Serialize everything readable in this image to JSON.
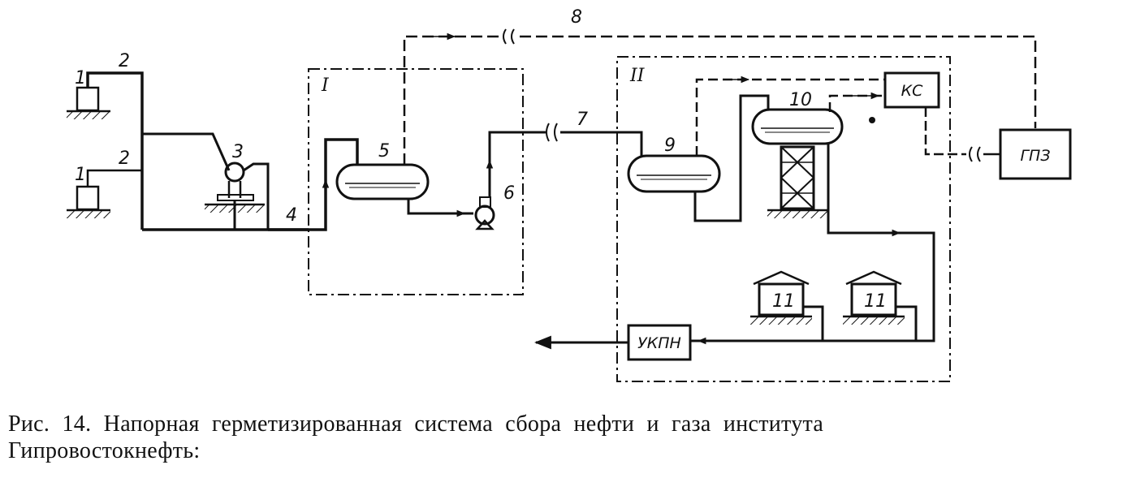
{
  "diagram": {
    "labels": {
      "well_top": "1",
      "well_bottom": "1",
      "flowline_top": "2",
      "flowline_bottom": "2",
      "metering": "3",
      "collector": "4",
      "separator": "5",
      "pump": "6",
      "pipeline": "7",
      "gas_line": "8",
      "separator_2": "9",
      "separator_3": "10",
      "tank_1": "11",
      "tank_2": "11",
      "block_1": "I",
      "block_2": "II"
    },
    "boxes": {
      "ks": "КС",
      "gpz": "ГПЗ",
      "ukpn": "УКПН"
    }
  },
  "caption": {
    "line1": "Рис. 14. Напорная  герметизированная  система сбора нефти и газа института",
    "line2": "Гипровостокнефть:"
  }
}
